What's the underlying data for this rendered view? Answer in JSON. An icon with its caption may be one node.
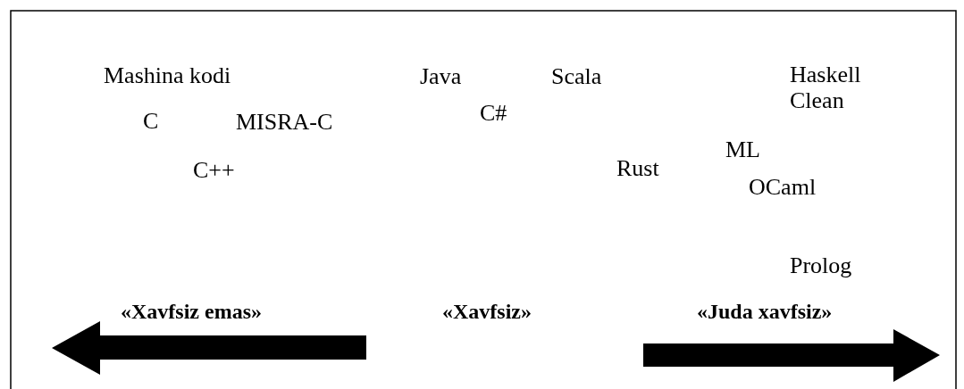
{
  "diagram": {
    "labels": [
      "Mashina kodi",
      "Java",
      "Scala",
      "Haskell",
      "Clean",
      "C",
      "MISRA-C",
      "C#",
      "ML",
      "C++",
      "Rust",
      "OCaml",
      "Prolog",
      "«Xavfsiz emas»",
      "«Xavfsiz»",
      "«Juda xavfsiz»"
    ]
  }
}
